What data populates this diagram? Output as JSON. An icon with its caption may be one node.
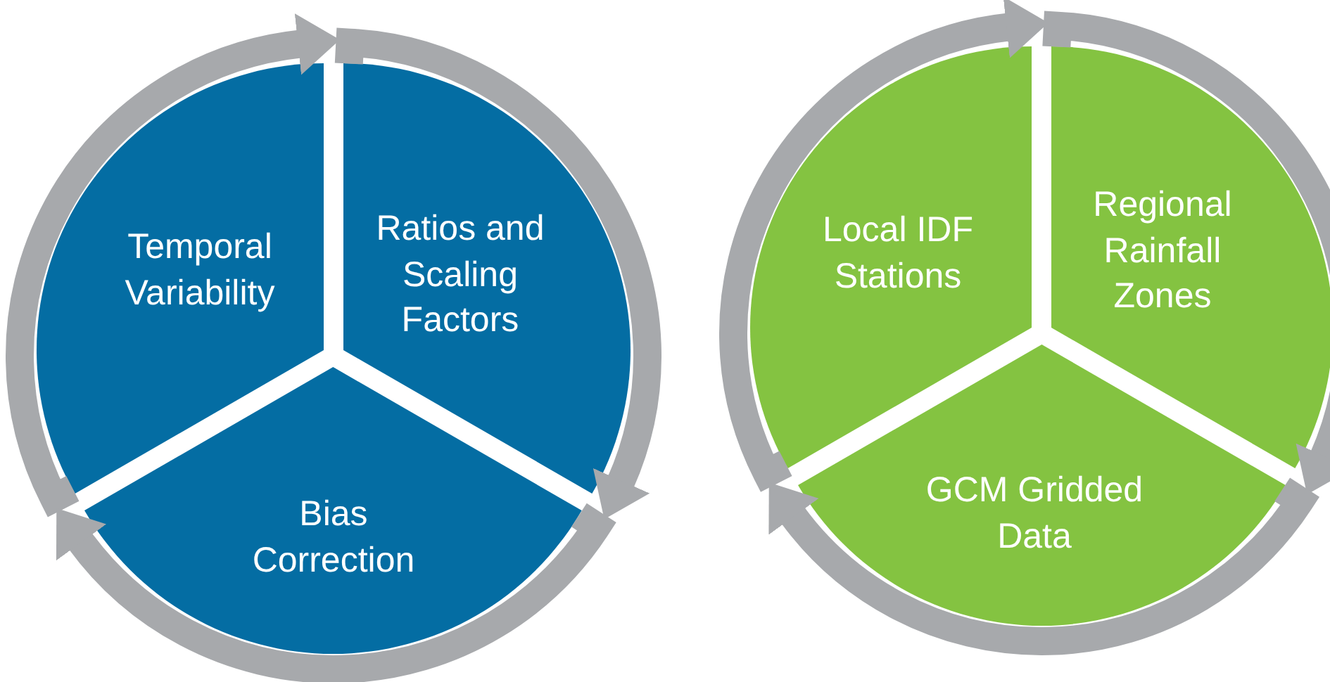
{
  "diagram": {
    "nodes": [
      {
        "text": [
          "Temporal Variability"
        ]
      },
      {
        "text": [
          "Ratios and Scaling Factors"
        ]
      },
      {
        "text": [
          "Bias Correction"
        ]
      },
      {
        "text": [
          "Local IDF Stations"
        ]
      },
      {
        "text": [
          "Regional Rainfall Zones"
        ]
      },
      {
        "text": [
          "GCM Gridded Data"
        ]
      }
    ],
    "edges": [
      {
        "from": 0,
        "to": 1,
        "arrow": "to"
      },
      {
        "from": 1,
        "to": 2,
        "arrow": "to"
      },
      {
        "from": 2,
        "to": 0,
        "arrow": "to"
      },
      {
        "from": 3,
        "to": 4,
        "arrow": "to"
      },
      {
        "from": 4,
        "to": 5,
        "arrow": "to"
      },
      {
        "from": 5,
        "to": 3,
        "arrow": "to"
      }
    ]
  }
}
